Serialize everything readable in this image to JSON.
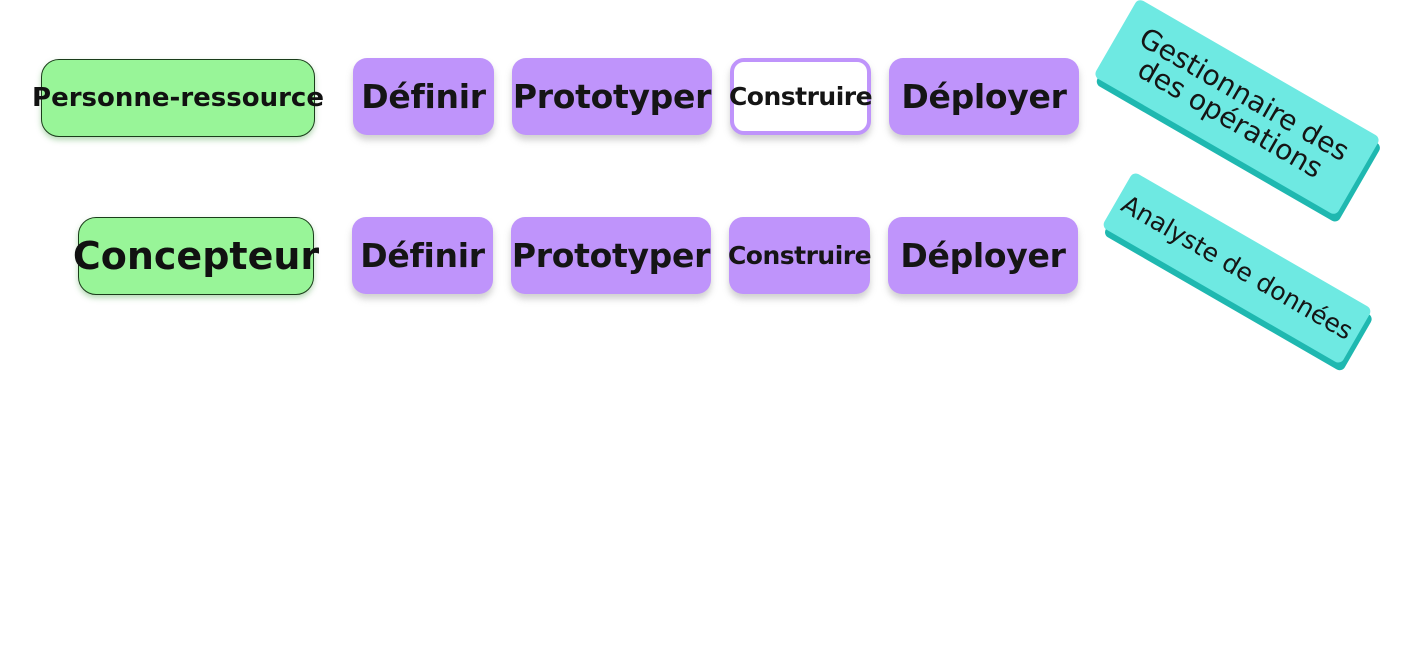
{
  "rows": [
    {
      "role": "Personne-ressource",
      "steps": [
        "Définir",
        "Prototyper",
        "Construire",
        "Déployer"
      ]
    },
    {
      "role": "Concepteur",
      "steps": [
        "Définir",
        "Prototyper",
        "Construire",
        "Déployer"
      ]
    }
  ],
  "tags": [
    "Gestionnaire des des opérations",
    "Analyste de données"
  ],
  "colors": {
    "role_fill": "#98f598",
    "step_fill": "#bf94fb",
    "tag_fill": "#6ee9e2",
    "tag_shadow": "#1fb8b0"
  }
}
